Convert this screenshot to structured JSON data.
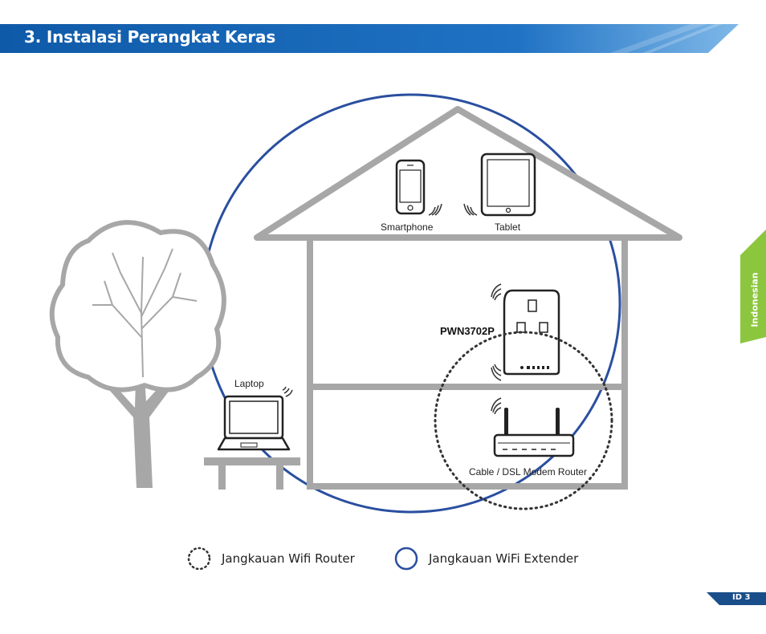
{
  "header": {
    "title": "3. Instalasi Perangkat Keras"
  },
  "language_tab": {
    "label": "Indonesian"
  },
  "diagram": {
    "devices": {
      "smartphone": "Smartphone",
      "tablet": "Tablet",
      "extender": "PWN3702P",
      "laptop": "Laptop",
      "router": "Cable / DSL Modem Router"
    }
  },
  "legend": {
    "router_range": "Jangkauan Wifi Router",
    "extender_range": "Jangkauan WiFi Extender"
  },
  "footer": {
    "page": "ID 3"
  },
  "colors": {
    "header_blue": "#1a66b8",
    "extender_circle": "#2a4fa0",
    "house_gray": "#a7a7a7",
    "tab_green": "#8cc63f"
  }
}
